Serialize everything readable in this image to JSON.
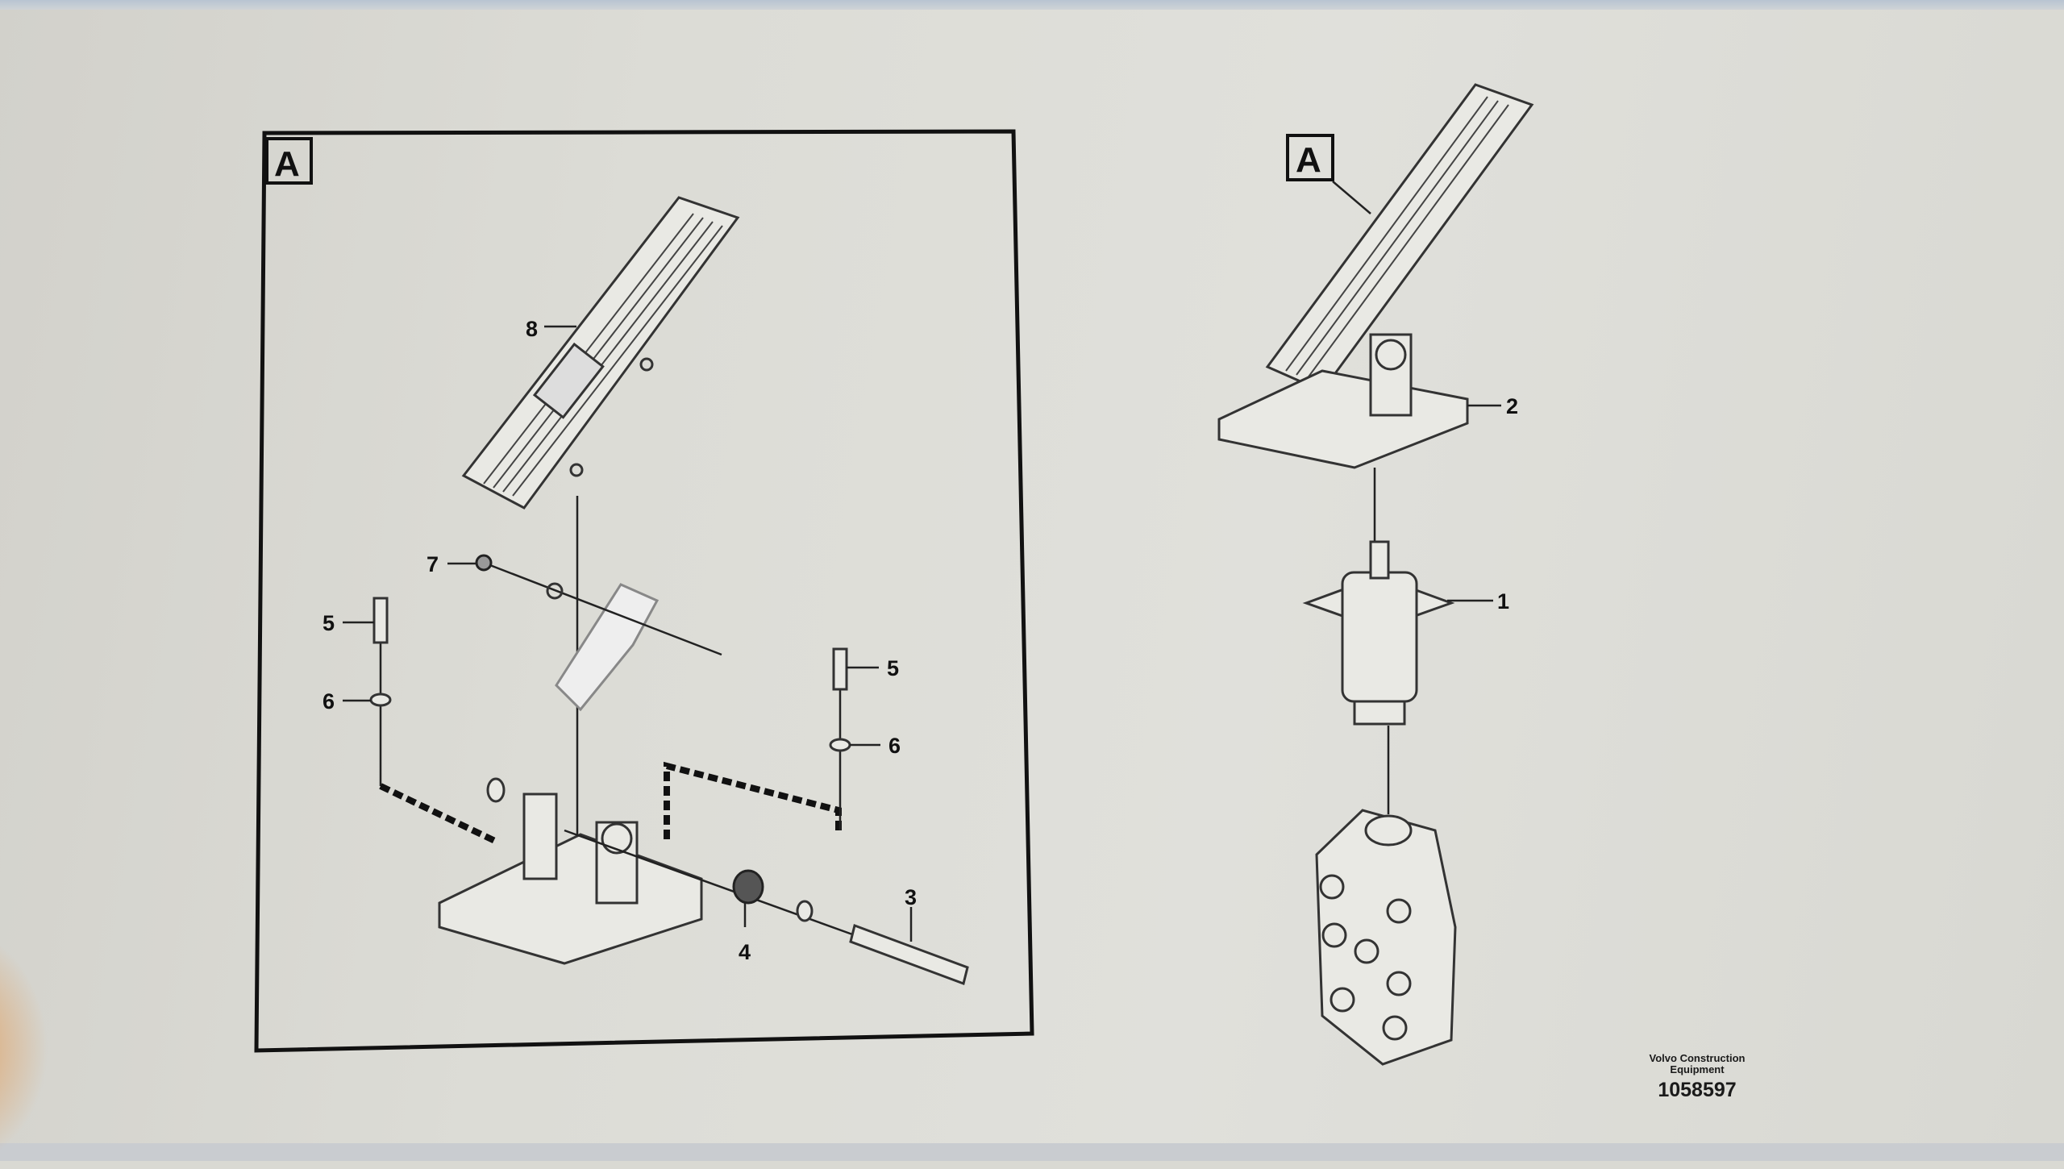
{
  "diagram": {
    "detail_label": "A",
    "callouts_detail": [
      "8",
      "7",
      "5",
      "6",
      "5",
      "6",
      "3",
      "4"
    ],
    "callouts_main": [
      "2",
      "1"
    ],
    "publisher": "Volvo Construction Equipment",
    "publisher_line1": "Volvo Construction",
    "publisher_line2": "Equipment",
    "drawing_number": "1058597"
  }
}
